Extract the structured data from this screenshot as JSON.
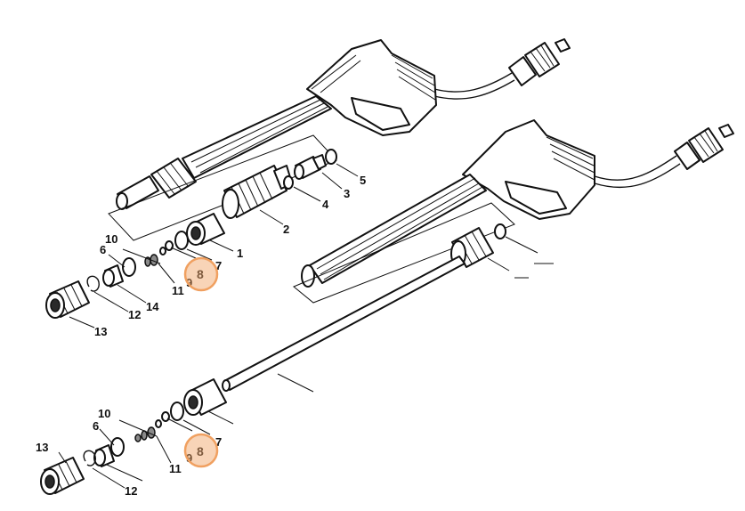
{
  "labels": {
    "top": {
      "l1": "1",
      "l2": "2",
      "l3": "3",
      "l4": "4",
      "l5": "5",
      "l6": "6",
      "l7": "7",
      "l8": "8",
      "l9": "9",
      "l10": "10",
      "l11": "11",
      "l12": "12",
      "l13": "13",
      "l14": "14"
    },
    "bottom": {
      "l6": "6",
      "l7": "7",
      "l8": "8",
      "l9": "9",
      "l10": "10",
      "l11": "11",
      "l12": "12",
      "l13": "13"
    }
  },
  "highlight_color": "#f0a060"
}
